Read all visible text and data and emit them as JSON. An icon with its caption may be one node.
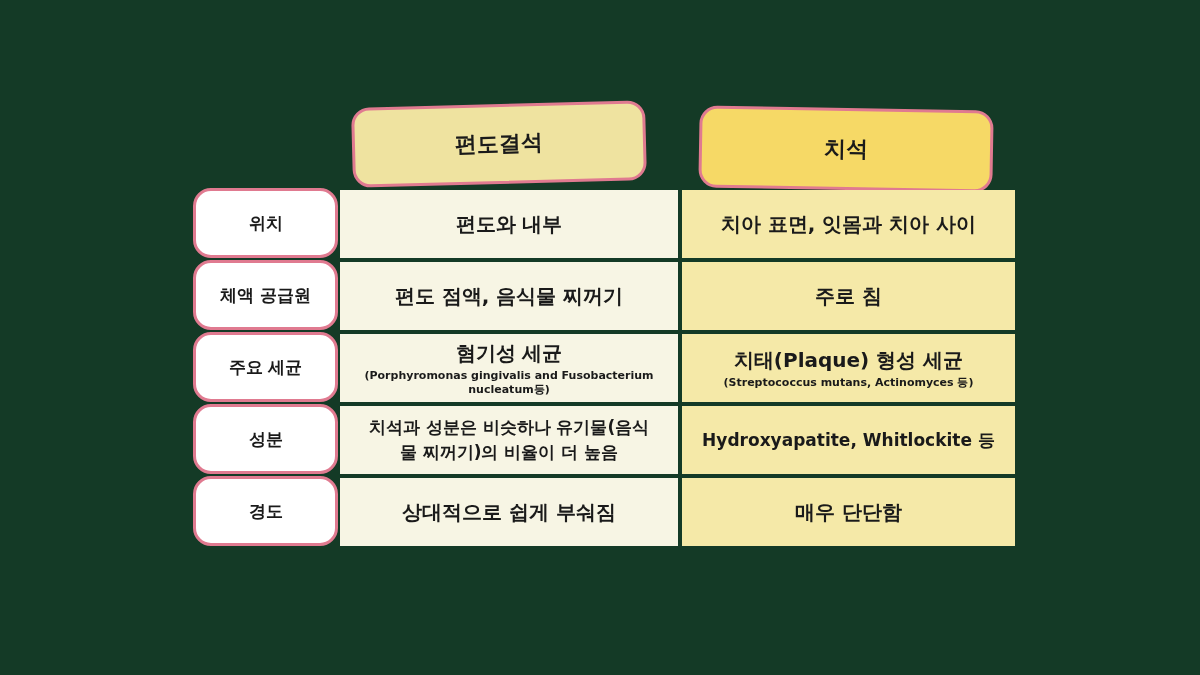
{
  "diagram": {
    "nodes": [
      {
        "text": [
          "편도결석"
        ]
      },
      {
        "text": [
          "치석"
        ]
      },
      {
        "text": [
          "위치"
        ]
      },
      {
        "text": [
          "체액 공급원"
        ]
      },
      {
        "text": [
          "주요 세균"
        ]
      },
      {
        "text": [
          "성분"
        ]
      },
      {
        "text": [
          "경도"
        ]
      }
    ],
    "labels": [
      "편도와 내부",
      "치아 표면, 잇몸과 치아 사이",
      "편도 점액, 음식물 찌꺼기",
      "주로 침",
      "혐기성 세균",
      "(Porphyromonas gingivalis and Fusobacterium nucleatum등)",
      "치태(Plaque) 형성 세균",
      "(Streptococcus mutans, Actinomyces 등)",
      "치석과 성분은 비슷하나 유기물(음식물 찌꺼기)의 비율이 더 높음",
      "Hydroxyapatite, Whitlockite 등",
      "상대적으로 쉽게 부숴짐",
      "매우 단단함"
    ]
  }
}
